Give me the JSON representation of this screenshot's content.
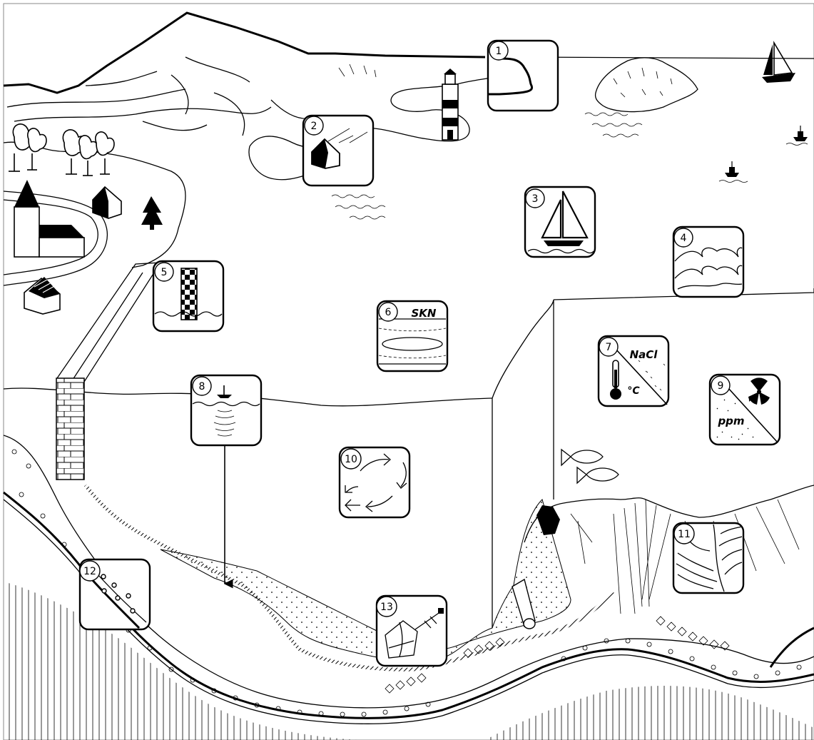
{
  "diagram": {
    "markers": [
      {
        "number": "1",
        "icon": "coastline-icon"
      },
      {
        "number": "2",
        "icon": "house-icon"
      },
      {
        "number": "3",
        "icon": "sailboat-icon"
      },
      {
        "number": "4",
        "icon": "waves-icon"
      },
      {
        "number": "5",
        "icon": "tide-gauge-icon"
      },
      {
        "number": "6",
        "icon": "chart-datum-icon",
        "label": "SKN"
      },
      {
        "number": "7",
        "icon": "temperature-salinity-icon",
        "label": "NaCl",
        "unit": "°C"
      },
      {
        "number": "8",
        "icon": "echo-sounder-icon"
      },
      {
        "number": "9",
        "icon": "radioactivity-pollution-icon",
        "unit": "ppm"
      },
      {
        "number": "10",
        "icon": "circulation-arrows-icon"
      },
      {
        "number": "11",
        "icon": "seabed-geology-icon"
      },
      {
        "number": "12",
        "icon": "sediment-layer-icon"
      },
      {
        "number": "13",
        "icon": "shipwreck-icon"
      }
    ]
  }
}
